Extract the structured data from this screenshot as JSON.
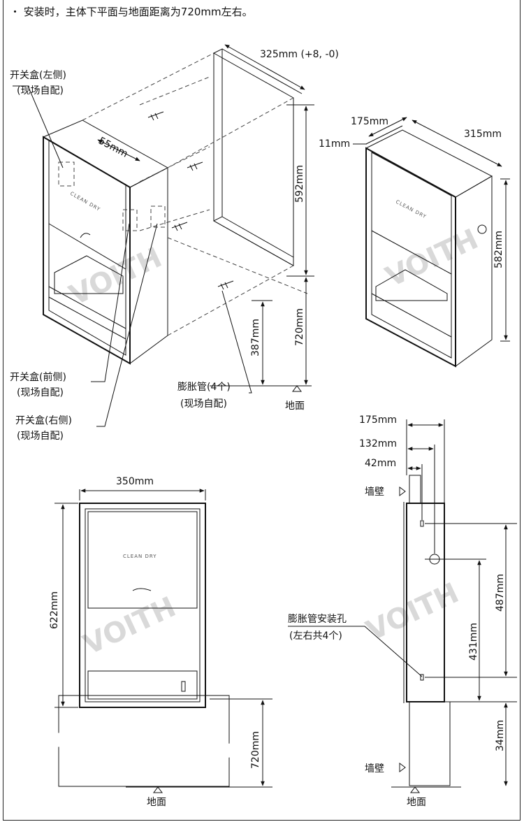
{
  "note": "・ 安装时，主体下平面与地面距离为720mm左右。",
  "watermark": "VOITH",
  "brand": "CLEAN DRY",
  "labels": {
    "switch_left_1": "开关盒(左侧)",
    "switch_left_2": "(现场自配)",
    "switch_front_1": "开关盒(前侧)",
    "switch_front_2": "(现场自配)",
    "switch_right_1": "开关盒(右侧)",
    "switch_right_2": "(现场自配)",
    "anchor_1": "膨胀管(4个)",
    "anchor_2": "(现场自配)",
    "ground": "地面",
    "wall": "墙壁",
    "hole_1": "膨胀管安装孔",
    "hole_2": "(左右共4个)"
  },
  "dims": {
    "d325": "325mm (+8, -0)",
    "d55": "55mm",
    "d592": "592mm",
    "d720": "720mm",
    "d387": "387mm",
    "d175": "175mm",
    "d315": "315mm",
    "d11": "11mm",
    "d582": "582mm",
    "d350": "350mm",
    "d622": "622mm",
    "d132": "132mm",
    "d42": "42mm",
    "d487": "487mm",
    "d431": "431mm",
    "d34": "34mm"
  }
}
